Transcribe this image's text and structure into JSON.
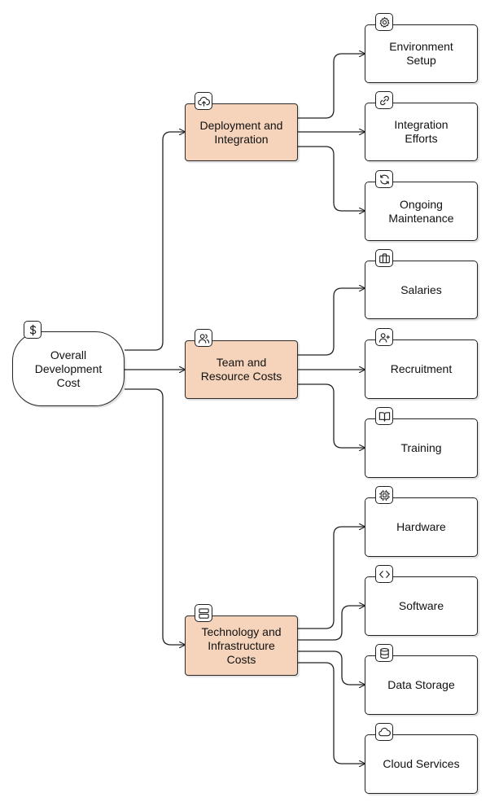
{
  "root": {
    "label": "Overall\nDevelopment\nCost",
    "icon": "dollar-icon"
  },
  "groups": [
    {
      "key": "deployment",
      "label": "Deployment and\nIntegration",
      "icon": "cloud-upload-icon"
    },
    {
      "key": "team",
      "label": "Team and\nResource Costs",
      "icon": "users-icon"
    },
    {
      "key": "tech",
      "label": "Technology and\nInfrastructure\nCosts",
      "icon": "server-icon"
    }
  ],
  "leaves": [
    {
      "label": "Environment\nSetup",
      "icon": "gear-icon",
      "group": "deployment"
    },
    {
      "label": "Integration\nEfforts",
      "icon": "link-icon",
      "group": "deployment"
    },
    {
      "label": "Ongoing\nMaintenance",
      "icon": "refresh-icon",
      "group": "deployment"
    },
    {
      "label": "Salaries",
      "icon": "briefcase-icon",
      "group": "team"
    },
    {
      "label": "Recruitment",
      "icon": "user-plus-icon",
      "group": "team"
    },
    {
      "label": "Training",
      "icon": "book-icon",
      "group": "team"
    },
    {
      "label": "Hardware",
      "icon": "cpu-icon",
      "group": "tech"
    },
    {
      "label": "Software",
      "icon": "code-icon",
      "group": "tech"
    },
    {
      "label": "Data Storage",
      "icon": "database-icon",
      "group": "tech"
    },
    {
      "label": "Cloud Services",
      "icon": "cloud-icon",
      "group": "tech"
    }
  ],
  "colors": {
    "group_fill": "#f5d4bb",
    "node_fill": "#ffffff",
    "stroke": "#222222"
  }
}
